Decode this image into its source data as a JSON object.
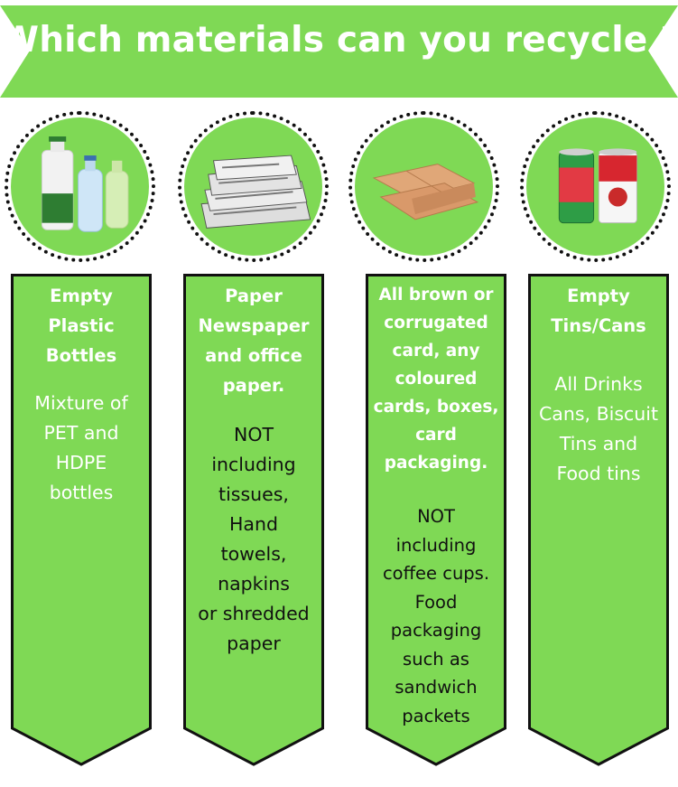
{
  "banner": {
    "title": "Which materials can you recycle ?"
  },
  "colors": {
    "green": "#7fd955",
    "outline": "#111111",
    "text": "#ffffff"
  },
  "categories": [
    {
      "icon": "plastic-bottles-icon",
      "title_lines": [
        "Empty",
        "Plastic",
        "Bottles"
      ],
      "desc_lines": [
        "Mixture of",
        "PET and",
        "HDPE",
        "bottles"
      ]
    },
    {
      "icon": "newspaper-icon",
      "title_lines": [
        "Paper",
        "Newspaper",
        "and office",
        "paper."
      ],
      "desc_lines": [
        "NOT",
        "including",
        "tissues,",
        "Hand",
        "towels,",
        "napkins",
        "or shredded",
        "paper"
      ]
    },
    {
      "icon": "cardboard-icon",
      "title_lines": [
        "All brown or",
        "corrugated",
        "card, any",
        "coloured",
        "cards, boxes,",
        "card",
        "packaging."
      ],
      "desc_lines": [
        "NOT",
        "including",
        "coffee cups.",
        "Food",
        "packaging",
        "such as",
        "sandwich",
        "packets"
      ]
    },
    {
      "icon": "tin-cans-icon",
      "title_lines": [
        "Empty",
        "Tins/Cans"
      ],
      "desc_lines": [
        "All Drinks",
        "Cans, Biscuit",
        "Tins and",
        "Food tins"
      ]
    }
  ]
}
